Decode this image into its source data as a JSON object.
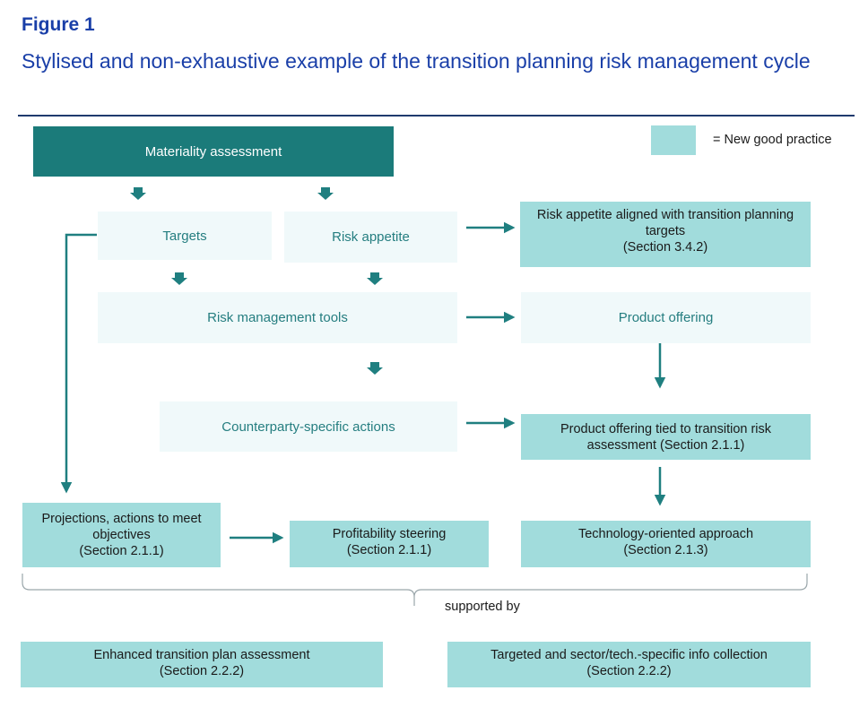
{
  "header": {
    "figure_label": "Figure 1",
    "title": "Stylised and non-exhaustive example of the transition planning risk management cycle"
  },
  "legend": {
    "label": "= New good practice",
    "swatch_color": "#a1dcdc"
  },
  "colors": {
    "dark_box": "#1b7b7a",
    "pale_box": "#f0f9fa",
    "new_practice": "#a1dcdc",
    "arrow": "#1f7f80",
    "title_blue": "#1a3fa8"
  },
  "nodes": {
    "materiality": "Materiality assessment",
    "targets": "Targets",
    "risk_appetite": "Risk appetite",
    "risk_tools": "Risk management tools",
    "counterparty": "Counterparty-specific actions",
    "risk_appetite_aligned": {
      "line1": "Risk appetite aligned with transition planning targets",
      "line2": "(Section 3.4.2)"
    },
    "product_offering": "Product offering",
    "product_tied": {
      "line1": "Product offering tied to transition risk assessment (Section 2.1.1)"
    },
    "projections": {
      "line1": "Projections, actions to meet objectives",
      "line2": "(Section 2.1.1)"
    },
    "profitability": {
      "line1": "Profitability steering",
      "line2": "(Section 2.1.1)"
    },
    "technology": {
      "line1": "Technology-oriented approach",
      "line2": "(Section 2.1.3)"
    },
    "enhanced": {
      "line1": "Enhanced transition plan assessment",
      "line2": "(Section 2.2.2)"
    },
    "targeted": {
      "line1": "Targeted and sector/tech.-specific info collection",
      "line2": "(Section 2.2.2)"
    }
  },
  "supported_by": "supported by"
}
